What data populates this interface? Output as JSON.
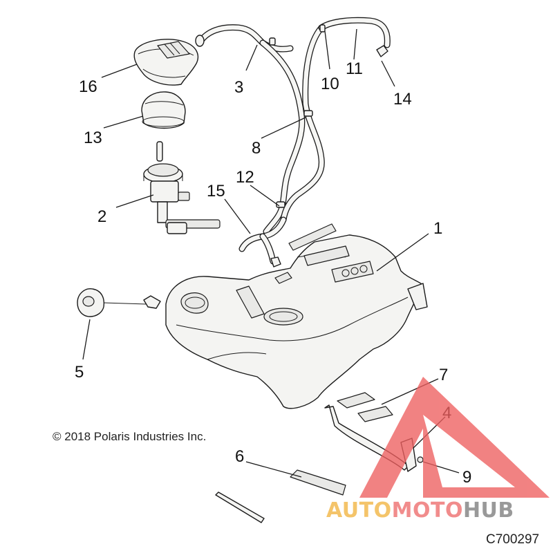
{
  "callouts": {
    "c1": "1",
    "c2": "2",
    "c3": "3",
    "c4": "4",
    "c5": "5",
    "c6": "6",
    "c7": "7",
    "c8": "8",
    "c9": "9",
    "c10": "10",
    "c11": "11",
    "c12": "12",
    "c13": "13",
    "c14": "14",
    "c15": "15",
    "c16": "16"
  },
  "copyright": "© 2018 Polaris Industries Inc.",
  "diagram_code": "C700297",
  "watermark": {
    "part_a": "AUTO",
    "part_b": "MOTO",
    "part_c": "HUB",
    "colors": {
      "auto": "#f2b441",
      "moto": "#ee6d6d",
      "hub": "#7d7d7d",
      "triangle": "#ee5f5f"
    }
  }
}
